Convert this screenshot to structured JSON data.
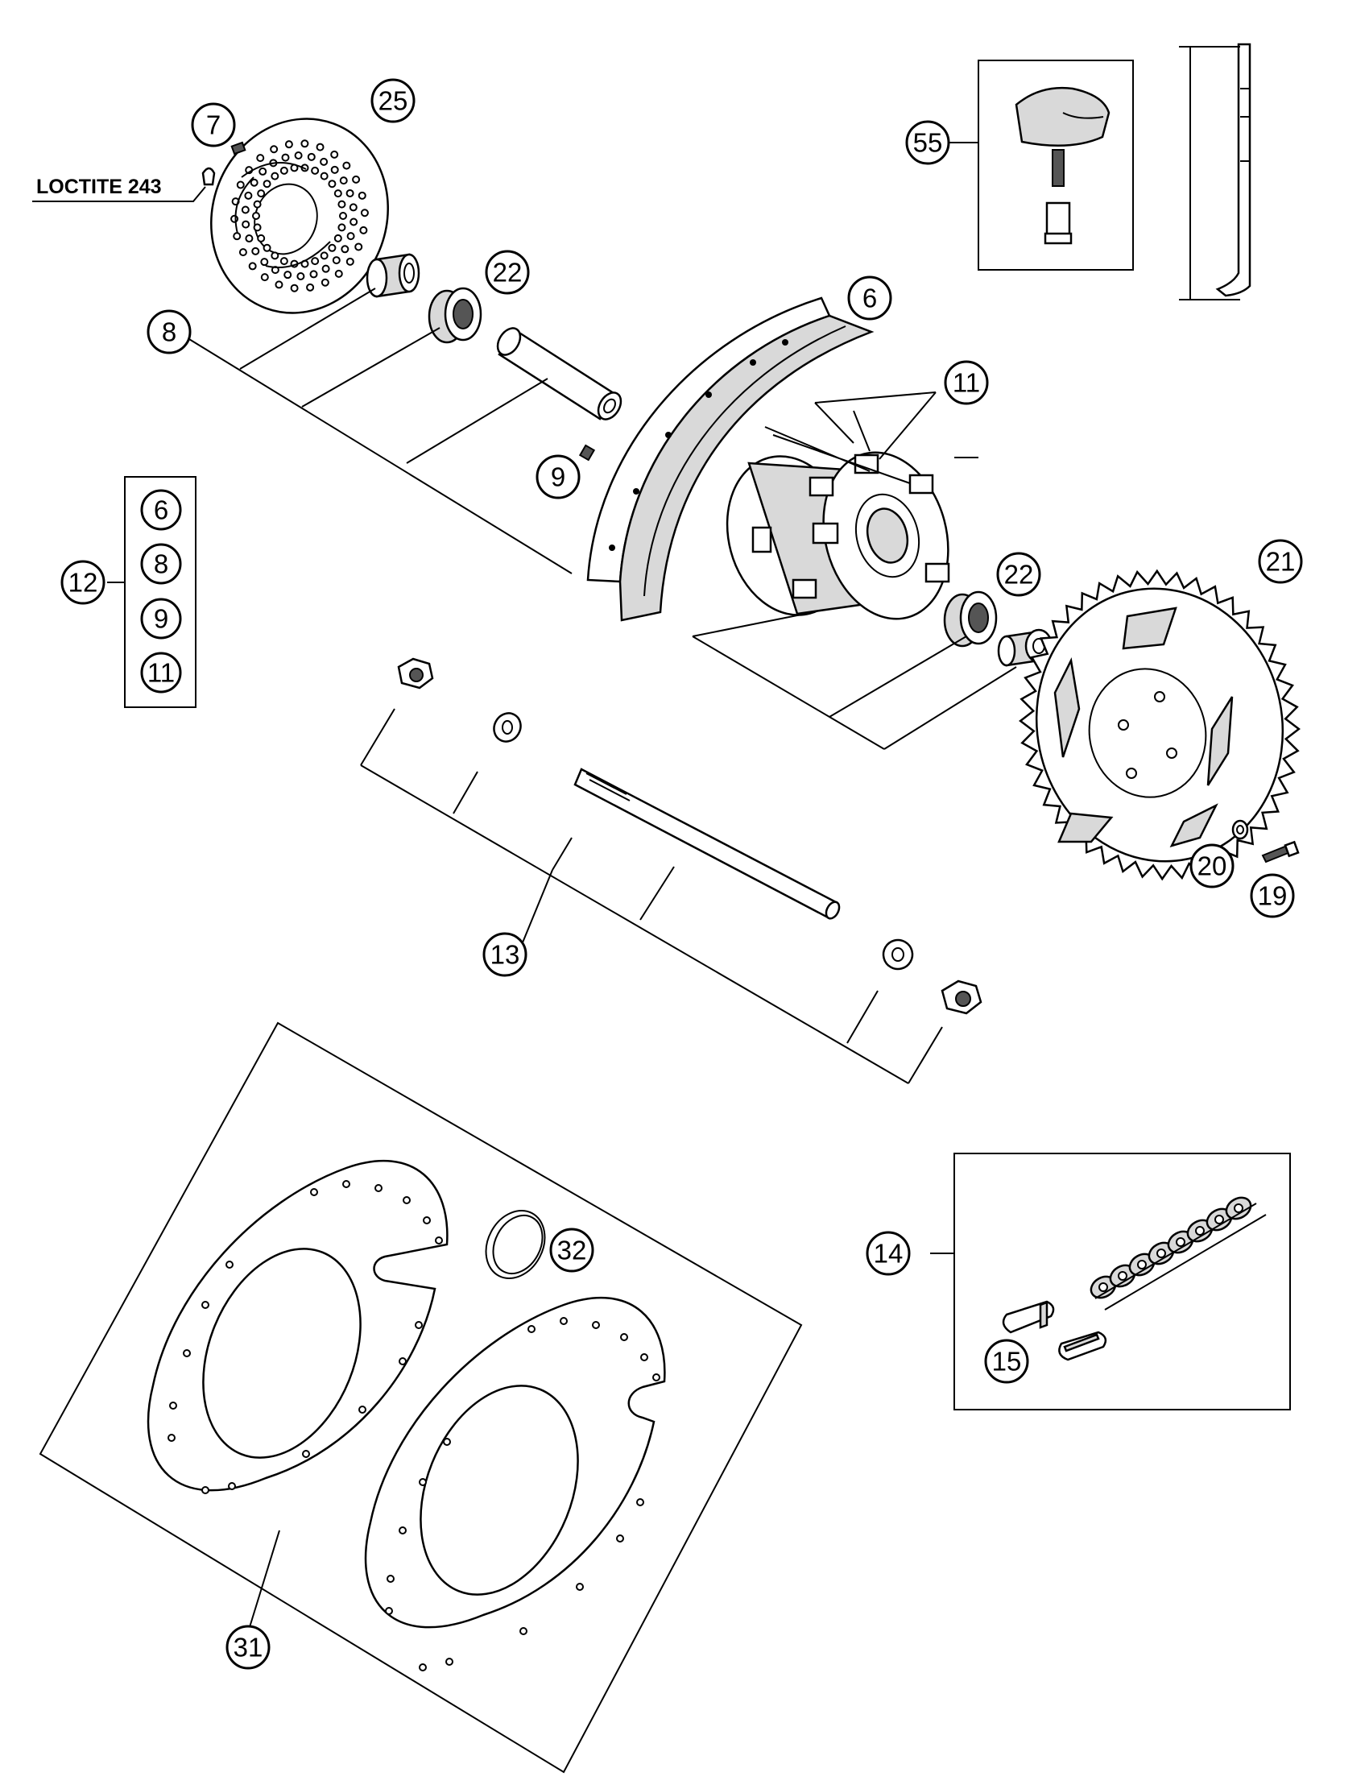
{
  "note": "LOCTITE 243",
  "callouts": {
    "c25": "25",
    "c7": "7",
    "c22a": "22",
    "c8": "8",
    "c6": "6",
    "c11": "11",
    "c9": "9",
    "c12": "12",
    "c12_6": "6",
    "c12_8": "8",
    "c12_9": "9",
    "c12_11": "11",
    "c22b": "22",
    "c21": "21",
    "c20": "20",
    "c19": "19",
    "c13": "13",
    "c55": "55",
    "c14": "14",
    "c15": "15",
    "c32": "32",
    "c31": "31"
  }
}
